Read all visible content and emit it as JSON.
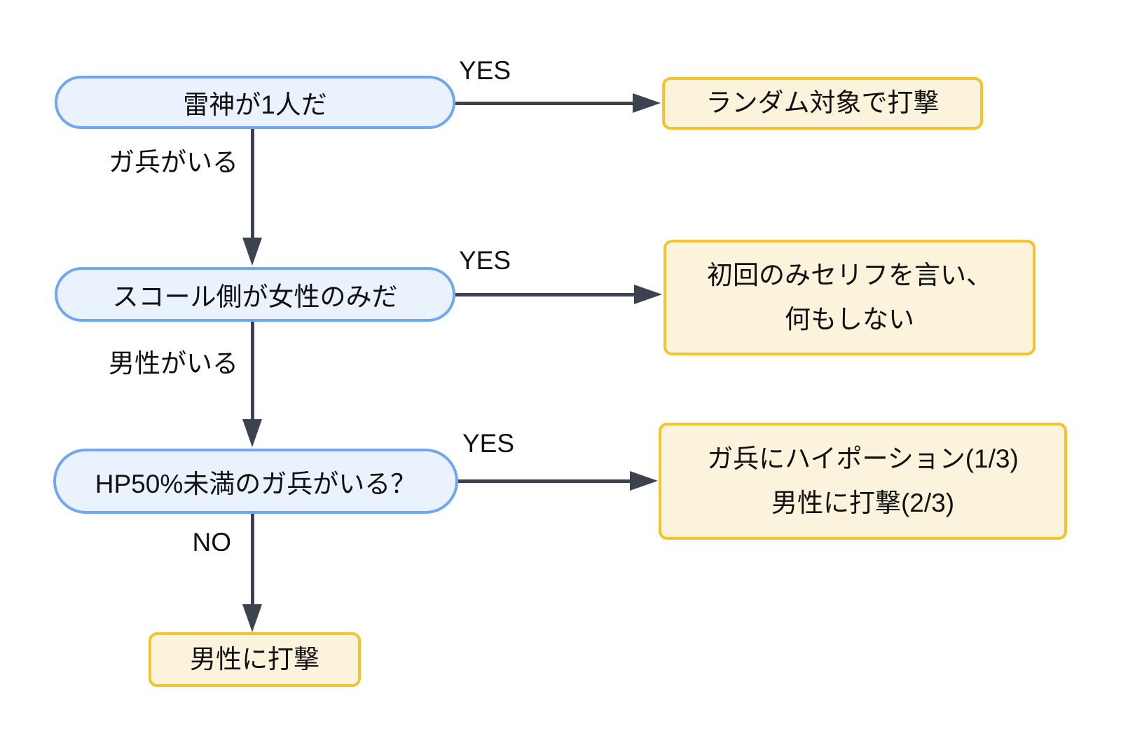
{
  "flowchart": {
    "decisions": [
      {
        "label": "雷神が1人だ"
      },
      {
        "label": "スコール側が女性のみだ"
      },
      {
        "label": "HP50%未満のガ兵がいる？"
      }
    ],
    "results": [
      {
        "lines": [
          "ランダム対象で打撃"
        ]
      },
      {
        "lines": [
          "初回のみセリフを言い、",
          "何もしない"
        ]
      },
      {
        "lines": [
          "ガ兵にハイポーション(1/3)",
          "男性に打撃(2/3)"
        ]
      },
      {
        "lines": [
          "男性に打撃"
        ]
      }
    ],
    "edge_labels": {
      "yes1": "YES",
      "yes2": "YES",
      "yes3": "YES",
      "no3": "NO",
      "down1": "ガ兵がいる",
      "down2": "男性がいる"
    },
    "colors": {
      "background": "#FFFFFF",
      "text": "#111111",
      "decision_fill": "#EAF2FD",
      "decision_border": "#6FA7F3",
      "action_fill": "#FCF3DC",
      "action_border": "#F3C52D",
      "arrow": "#3C434E"
    }
  }
}
